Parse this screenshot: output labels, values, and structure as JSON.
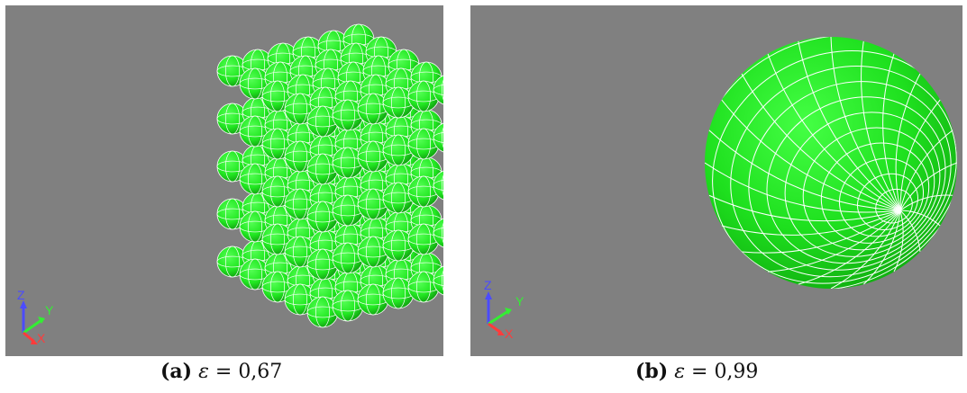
{
  "figures": [
    {
      "id": "a",
      "tag": "(a)",
      "symbol": "ε",
      "equals": " = ",
      "value": "0,67",
      "axes": {
        "z": "Z",
        "y": "Y",
        "x": "X"
      }
    },
    {
      "id": "b",
      "tag": "(b)",
      "symbol": "ε",
      "equals": " = ",
      "value": "0,99",
      "axes": {
        "z": "Z",
        "y": "Y",
        "x": "X"
      }
    }
  ],
  "colors": {
    "background": "#808080",
    "sphere": "#22e822",
    "sphere_shadow": "#0fb30f",
    "grid": "#ffffff",
    "axis_z": "#4b4bff",
    "axis_y": "#33ee33",
    "axis_x": "#ff3b3b"
  }
}
